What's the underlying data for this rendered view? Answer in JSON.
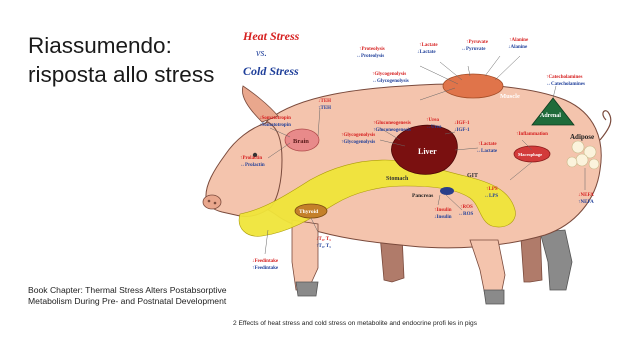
{
  "slide": {
    "title_line1": "Riassumendo:",
    "title_line2": "risposta allo stress",
    "source_line1": "Book Chapter: Thermal Stress Alters Postabsorptive",
    "source_line2": "Metabolism During Pre- and Postnatal Development",
    "caption": "2 Effects of heat stress and cold stress on metabolite and endocrine profi les in pigs"
  },
  "figure": {
    "legend": {
      "heat": "Heat Stress",
      "vs": "vs.",
      "cold": "Cold Stress"
    },
    "organs": {
      "brain": "Brain",
      "muscle": "Muscle",
      "liver": "Liver",
      "stomach": "Stomach",
      "git": "GIT",
      "pancreas": "Pancreas",
      "macrophage": "Macrophage",
      "adrenal": "Adrenal",
      "adipose": "Adipose",
      "thyroid": "Thyroid"
    },
    "labels": {
      "proteolysis_heat": "↑Proteolysis",
      "proteolysis_cold": "↔Proteolysis",
      "lactate_heat": "↑Lactate",
      "lactate_cold": "↓Lactate",
      "pyruvate_heat": "↑Pyruvate",
      "pyruvate_cold": "↔Pyruvate",
      "alanine_heat": "↑Alanine",
      "alanine_cold": "↓Alanine",
      "glycogenolysis_m_heat": "↑Glycogenolysis",
      "glycogenolysis_m_cold": "↔Glycogenolysis",
      "catecholamines_heat": "↑Catecholamines",
      "catecholamines_cold": "↔Catecholamines",
      "teh_heat": "↓TEH",
      "teh_cold": "↑TEH",
      "somatotropin_heat": "↓Somatotropin",
      "somatotropin_cold": "↓Somatotropin",
      "prolactin_heat": "↑Prolactin",
      "prolactin_cold": "↔Prolactin",
      "gluconeogenesis_heat": "↑Gluconeogenesis",
      "gluconeogenesis_cold": "↑Gluconeogenesis",
      "urea_heat": "↑Urea",
      "urea_cold": "↔Urea",
      "igf1_heat": "↓IGF-1",
      "igf1_cold": "↓IGF-1",
      "glycogenolysis_l_heat": "↑Glycogenolysis",
      "glycogenolysis_l_cold": "↑Glycogenolysis",
      "lactate_git_heat": "↑Lactate",
      "lactate_git_cold": "↔Lactate",
      "inflammation_heat": "↑Inflammation",
      "lps_heat": "↑LPS",
      "lps_cold": "↔LPS",
      "ros_heat": "↑ROS",
      "ros_cold": "↔ROS",
      "insulin_heat": "↑Insulin",
      "insulin_cold": "↓Insulin",
      "nefa_heat": "↓NEFA",
      "nefa_cold": "↑NEFA",
      "t4t3_heat": "↓T₄, T₃",
      "t4t3_cold": "↑T₄, T₃",
      "feedintake_heat": "↓Feedintake",
      "feedintake_cold": "↑Feedintake"
    }
  }
}
